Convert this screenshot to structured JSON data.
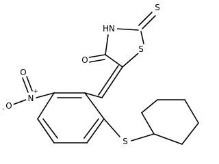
{
  "molecule": {
    "atoms": {
      "thione_s": "S",
      "nh": "HN",
      "ring_s": "S",
      "carbonyl_o": "O",
      "nitro_n": "N",
      "nitro_n_charge": "+",
      "nitro_o_top": "O",
      "nitro_o_minus": "O",
      "nitro_o_minus_charge": "-",
      "thioether_s": "S"
    }
  }
}
